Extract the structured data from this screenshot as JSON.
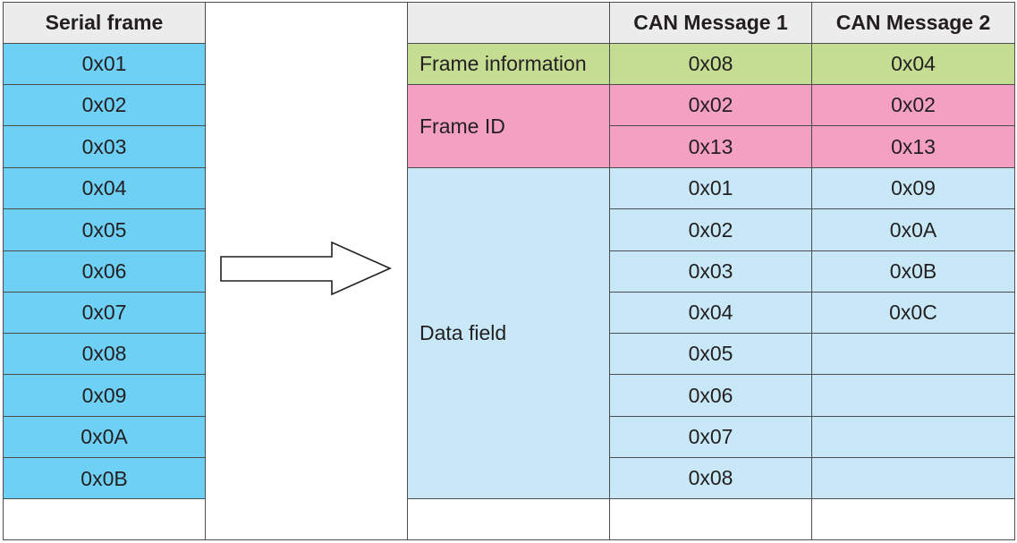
{
  "serial_frame": {
    "header": "Serial frame",
    "bytes": [
      "0x01",
      "0x02",
      "0x03",
      "0x04",
      "0x05",
      "0x06",
      "0x07",
      "0x08",
      "0x09",
      "0x0A",
      "0x0B"
    ]
  },
  "can_table": {
    "headers": [
      "",
      "CAN Message 1",
      "CAN Message 2"
    ],
    "frame_information": {
      "label": "Frame information",
      "msg1": "0x08",
      "msg2": "0x04"
    },
    "frame_id": {
      "label": "Frame ID",
      "msg1": [
        "0x02",
        "0x13"
      ],
      "msg2": [
        "0x02",
        "0x13"
      ]
    },
    "data_field": {
      "label": "Data field",
      "msg1": [
        "0x01",
        "0x02",
        "0x03",
        "0x04",
        "0x05",
        "0x06",
        "0x07",
        "0x08"
      ],
      "msg2": [
        "0x09",
        "0x0A",
        "0x0B",
        "0x0C",
        "",
        "",
        "",
        ""
      ]
    }
  },
  "colors": {
    "serial": "#6fd0f5",
    "header": "#ececec",
    "frame_information": "#c5dd93",
    "frame_id": "#f3a0c3",
    "data_field": "#c8e8f8"
  }
}
